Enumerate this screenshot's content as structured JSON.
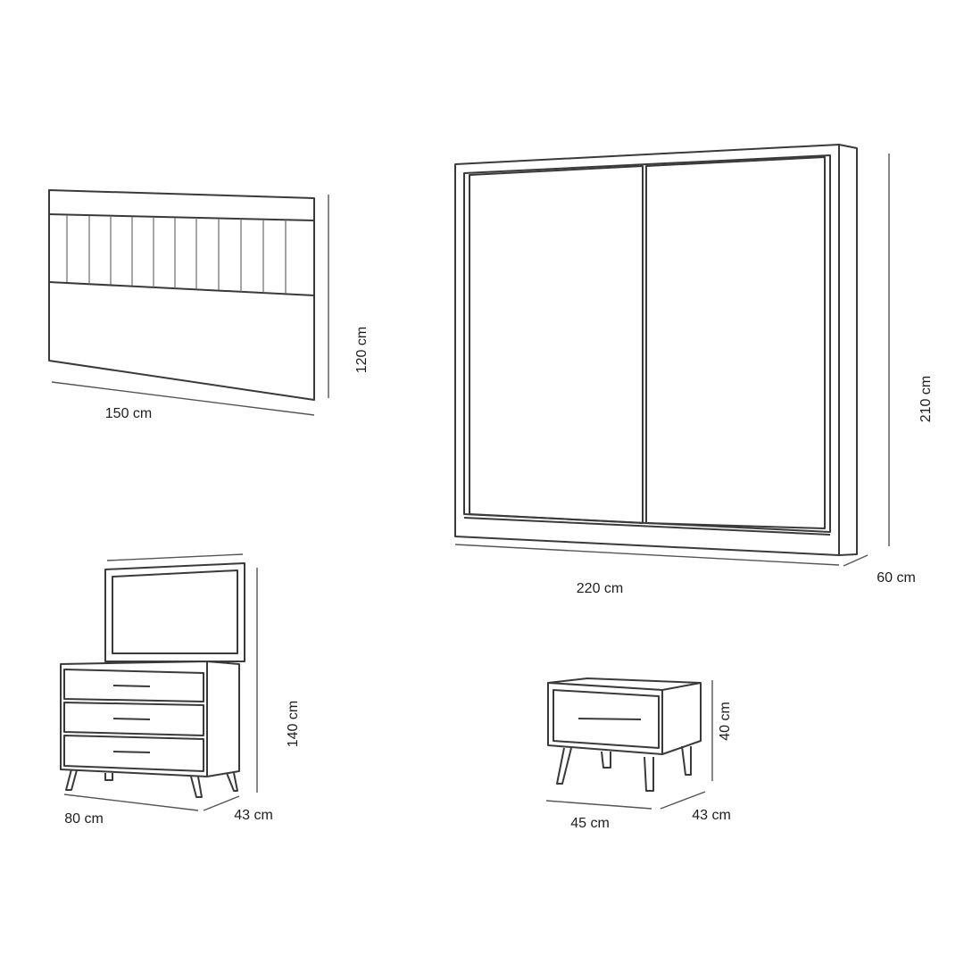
{
  "headboard": {
    "width_label": "150 cm",
    "height_label": "120 cm"
  },
  "wardrobe": {
    "width_label": "220 cm",
    "depth_label": "60 cm",
    "height_label": "210 cm"
  },
  "dresser": {
    "width_label": "80 cm",
    "depth_label": "43 cm",
    "height_label": "140 cm"
  },
  "nightstand": {
    "width_label": "45 cm",
    "depth_label": "43 cm",
    "height_label": "40 cm"
  },
  "colors": {
    "line": "#3a3a3a",
    "background": "#ffffff"
  }
}
